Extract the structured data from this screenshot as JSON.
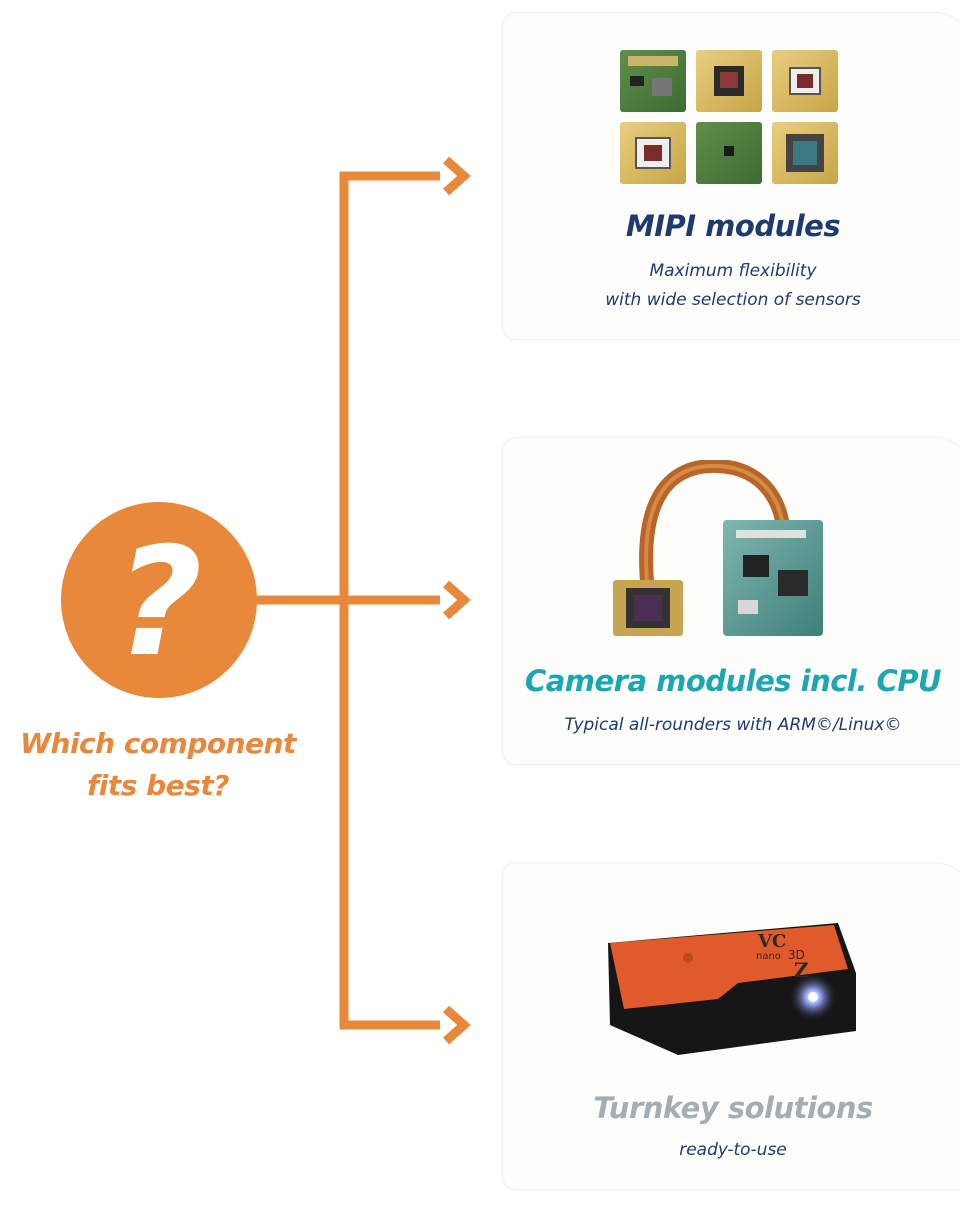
{
  "question": {
    "symbol": "?",
    "line1": "Which component",
    "line2": "fits best?"
  },
  "cards": {
    "mipi": {
      "title": "MIPI modules",
      "sub1": "Maximum flexibility",
      "sub2": "with wide selection of sensors"
    },
    "cpu": {
      "title": "Camera modules incl. CPU",
      "sub1": "Typical all-rounders with ARM©/Linux©"
    },
    "turnkey": {
      "title": "Turnkey solutions",
      "sub1": "ready-to-use",
      "device_label_1": "VC",
      "device_label_2": "nano",
      "device_label_3": "3D",
      "device_label_4": "Z"
    }
  },
  "colors": {
    "orange": "#e8883a",
    "navy": "#1e3a6e",
    "teal": "#1ba6b0",
    "gray": "#a4adb4"
  }
}
